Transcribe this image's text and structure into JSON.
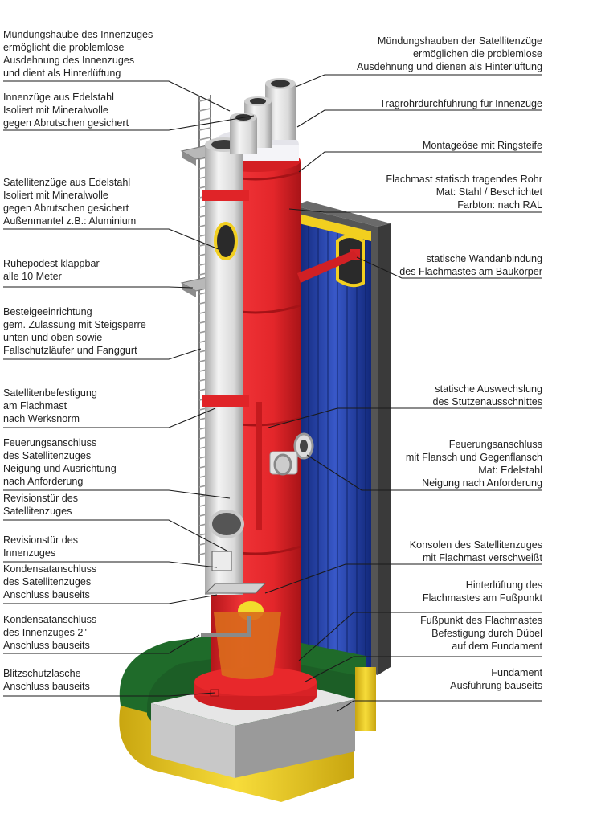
{
  "labels": {
    "left": [
      "Mündungshaube des Innenzuges\nermöglicht die problemlose\nAusdehnung des Innenzuges\nund dient als Hinterlüftung",
      "Innenzüge aus Edelstahl\nIsoliert mit Mineralwolle\ngegen Abrutschen gesichert",
      "Satellitenzüge aus Edelstahl\nIsoliert mit Mineralwolle\ngegen Abrutschen gesichert\nAußenmantel z.B.: Aluminium",
      "Ruhepodest klappbar\nalle 10 Meter",
      "Besteigeeinrichtung\ngem. Zulassung mit Steigsperre\nunten und oben sowie\nFallschutzläufer und Fanggurt",
      "Satellitenbefestigung\nam Flachmast\nnach Werksnorm",
      "Feuerungsanschluss\ndes Satellitenzuges\nNeigung und Ausrichtung\nnach Anforderung",
      "Revisionstür des\nSatellitenzuges",
      "Revisionstür des\nInnenzuges",
      "Kondensatanschluss\ndes Satellitenzuges\nAnschluss bauseits",
      "Kondensatanschluss\ndes Innenzuges 2\"\nAnschluss bauseits",
      "Blitzschutzlasche\nAnschluss bauseits"
    ],
    "right": [
      "Mündungshauben der Satellitenzüge\nermöglichen die problemlose\nAusdehnung und dienen als Hinterlüftung",
      "Tragrohrdurchführung für Innenzüge",
      "Montageöse mit Ringsteife",
      "Flachmast statisch tragendes Rohr\nMat: Stahl / Beschichtet\nFarbton: nach RAL",
      "statische Wandanbindung\ndes Flachmastes am Baukörper",
      "statische Auswechslung\ndes Stutzenausschnittes",
      "Feuerungsanschluss\nmit Flansch und Gegenflansch\nMat: Edelstahl\nNeigung nach Anforderung",
      "Konsolen des Satellitenzuges\nmit Flachmast verschweißt",
      "Hinterlüftung des\nFlachmastes am Fußpunkt",
      "Fußpunkt des Flachmastes\nBefestigung durch Dübel\nauf dem Fundament",
      "Fundament\nAusführung bauseits"
    ]
  },
  "colors": {
    "mast_red": "#e8282b",
    "wall_blue": "#2140a8",
    "foundation_green": "#1f6b2a",
    "foundation_yellow": "#f2cf1f",
    "steel_grey": "#d9d9d9",
    "leader_line": "#1a1a1a"
  }
}
